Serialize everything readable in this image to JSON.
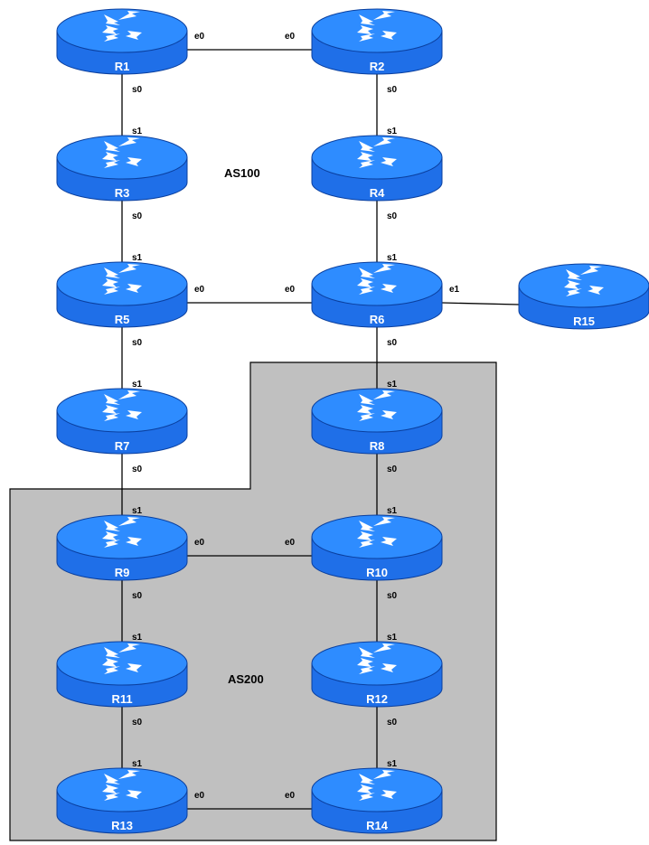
{
  "as_regions": [
    {
      "id": "as100",
      "label": "AS100"
    },
    {
      "id": "as200",
      "label": "AS200"
    }
  ],
  "routers": [
    "R1",
    "R2",
    "R3",
    "R4",
    "R5",
    "R6",
    "R7",
    "R8",
    "R9",
    "R10",
    "R11",
    "R12",
    "R13",
    "R14",
    "R15"
  ],
  "links": [
    {
      "a": "R1",
      "a_if": "e0",
      "b": "R2",
      "b_if": "e0"
    },
    {
      "a": "R1",
      "a_if": "s0",
      "b": "R3",
      "b_if": "s1"
    },
    {
      "a": "R2",
      "a_if": "s0",
      "b": "R4",
      "b_if": "s1"
    },
    {
      "a": "R3",
      "a_if": "s0",
      "b": "R5",
      "b_if": "s1"
    },
    {
      "a": "R4",
      "a_if": "s0",
      "b": "R6",
      "b_if": "s1"
    },
    {
      "a": "R5",
      "a_if": "e0",
      "b": "R6",
      "b_if": "e0"
    },
    {
      "a": "R6",
      "a_if": "e1",
      "b": "R15",
      "b_if": ""
    },
    {
      "a": "R5",
      "a_if": "s0",
      "b": "R7",
      "b_if": "s1"
    },
    {
      "a": "R6",
      "a_if": "s0",
      "b": "R8",
      "b_if": "s1"
    },
    {
      "a": "R7",
      "a_if": "s0",
      "b": "R9",
      "b_if": "s1"
    },
    {
      "a": "R8",
      "a_if": "s0",
      "b": "R10",
      "b_if": "s1"
    },
    {
      "a": "R9",
      "a_if": "e0",
      "b": "R10",
      "b_if": "e0"
    },
    {
      "a": "R9",
      "a_if": "s0",
      "b": "R11",
      "b_if": "s1"
    },
    {
      "a": "R10",
      "a_if": "s0",
      "b": "R12",
      "b_if": "s1"
    },
    {
      "a": "R11",
      "a_if": "s0",
      "b": "R13",
      "b_if": "s1"
    },
    {
      "a": "R12",
      "a_if": "s0",
      "b": "R14",
      "b_if": "s1"
    },
    {
      "a": "R13",
      "a_if": "e0",
      "b": "R14",
      "b_if": "e0"
    }
  ],
  "colors": {
    "router_body": "#1f6fe8",
    "router_top": "#2e8cff",
    "router_dark": "#0a3f9e",
    "as200_fill": "#c0c0c0",
    "line": "#000000"
  },
  "icons": {
    "router": "router-icon"
  }
}
